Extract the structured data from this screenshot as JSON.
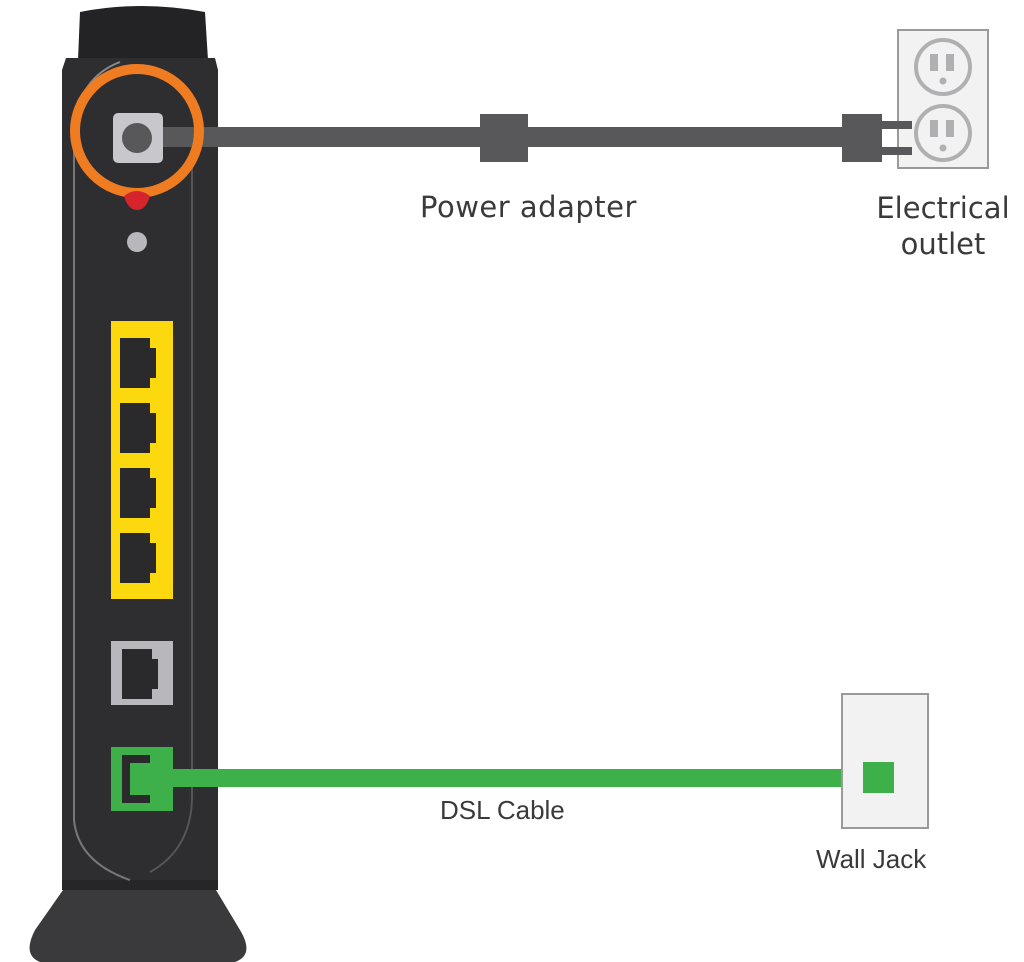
{
  "diagram": {
    "type": "device-connection-illustration",
    "device": {
      "name": "DSL modem (rear view)",
      "ports": [
        {
          "id": "power",
          "label": "Power port",
          "color": "#c7c7cc",
          "highlighted": true,
          "highlight_color": "#f07c22"
        },
        {
          "id": "reset",
          "label": "Reset button",
          "color": "#d6242c"
        },
        {
          "id": "indicator",
          "label": "Indicator light",
          "color": "#b8b8bc"
        },
        {
          "id": "lan1",
          "label": "Ethernet port 1",
          "color": "#fcd80f"
        },
        {
          "id": "lan2",
          "label": "Ethernet port 2",
          "color": "#fcd80f"
        },
        {
          "id": "lan3",
          "label": "Ethernet port 3",
          "color": "#fcd80f"
        },
        {
          "id": "lan4",
          "label": "Ethernet port 4",
          "color": "#fcd80f"
        },
        {
          "id": "wan",
          "label": "WAN port",
          "color": "#b8b8bc"
        },
        {
          "id": "dsl",
          "label": "DSL port",
          "color": "#3db049"
        }
      ]
    },
    "connections": [
      {
        "from": "power",
        "to": "electrical_outlet",
        "cable_color": "#58585a",
        "label": "Power adapter"
      },
      {
        "from": "dsl",
        "to": "wall_jack",
        "cable_color": "#3db049",
        "label": "DSL Cable"
      }
    ],
    "labels": {
      "power_adapter": "Power adapter",
      "electrical_outlet": "Electrical outlet",
      "dsl_cable": "DSL Cable",
      "wall_jack": "Wall Jack"
    },
    "colors": {
      "device_body": "#2e2e30",
      "device_top": "#232325",
      "power_cable": "#58585a",
      "dsl_cable": "#3db049",
      "highlight_ring": "#f07c22",
      "outlet_plate": "#f2f2f2",
      "outlet_border": "#9a9a9a"
    }
  }
}
